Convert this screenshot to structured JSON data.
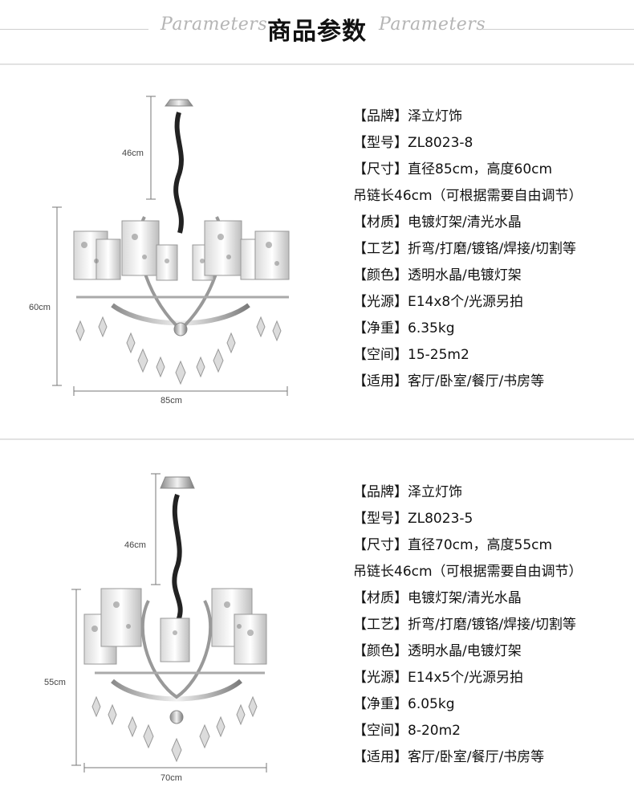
{
  "header": {
    "title": "商品参数",
    "script_left": "Parameters",
    "script_right": "Parameters"
  },
  "products": [
    {
      "dims": {
        "chain": "46cm",
        "height": "60cm",
        "width": "85cm"
      },
      "specs": [
        "【品牌】泽立灯饰",
        "【型号】ZL8023-8",
        "【尺寸】直径85cm，高度60cm",
        "吊链长46cm（可根据需要自由调节）",
        "【材质】电镀灯架/清光水晶",
        "【工艺】折弯/打磨/镀铬/焊接/切割等",
        "【颜色】透明水晶/电镀灯架",
        "【光源】E14x8个/光源另拍",
        "【净重】6.35kg",
        "【空间】15-25m2",
        "【适用】客厅/卧室/餐厅/书房等"
      ]
    },
    {
      "dims": {
        "chain": "46cm",
        "height": "55cm",
        "width": "70cm"
      },
      "specs": [
        "【品牌】泽立灯饰",
        "【型号】ZL8023-5",
        "【尺寸】直径70cm，高度55cm",
        "吊链长46cm（可根据需要自由调节）",
        "【材质】电镀灯架/清光水晶",
        "【工艺】折弯/打磨/镀铬/焊接/切割等",
        "【颜色】透明水晶/电镀灯架",
        "【光源】E14x5个/光源另拍",
        "【净重】6.05kg",
        "【空间】8-20m2",
        "【适用】客厅/卧室/餐厅/书房等"
      ]
    }
  ]
}
